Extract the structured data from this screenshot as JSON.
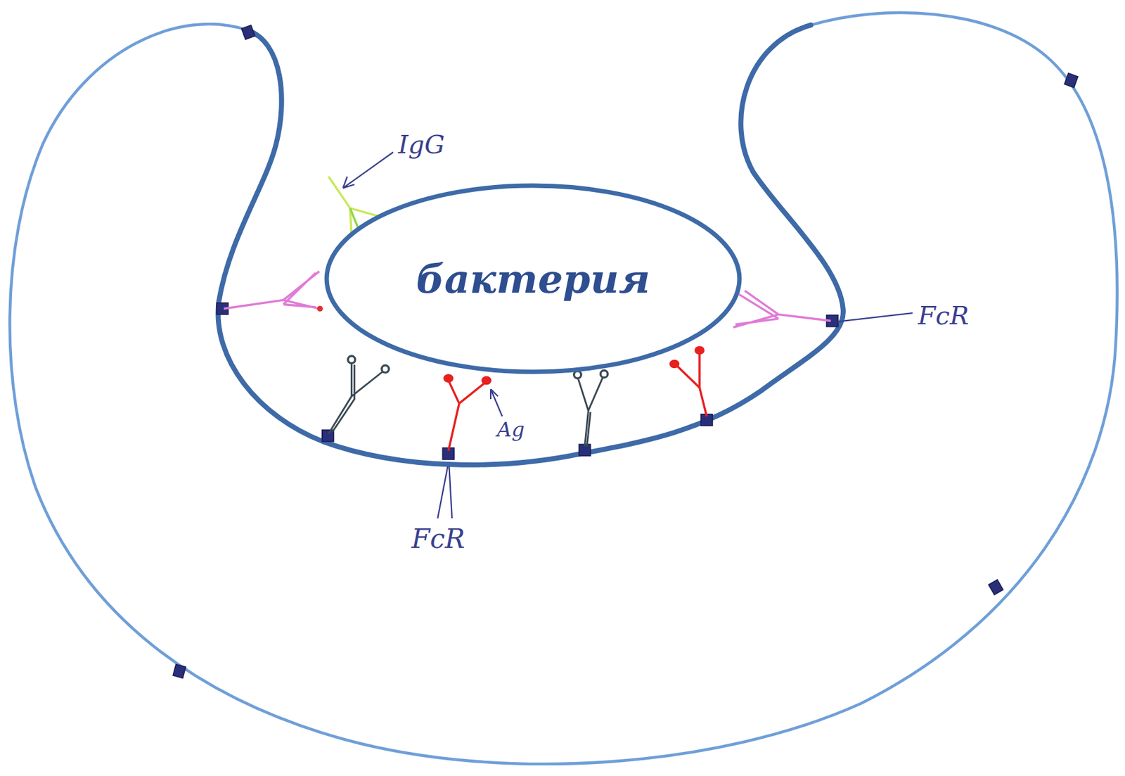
{
  "diagram": {
    "nodes": [
      {
        "text": [
          "бактерия"
        ]
      }
    ],
    "labels": [
      "IgG",
      "FcR",
      "Ag",
      "FcR"
    ]
  }
}
